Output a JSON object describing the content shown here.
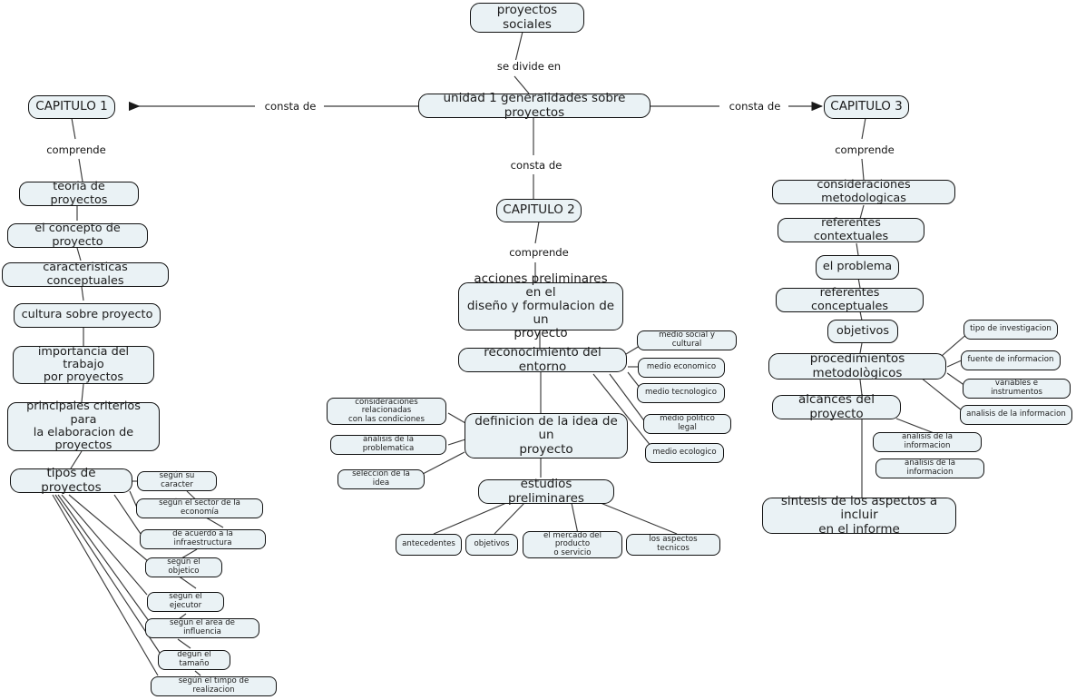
{
  "map": {
    "title": "proyectos sociales",
    "theme": {
      "node_fill": "#eaf2f5",
      "node_border": "#111111",
      "edge_color": "#3a3a3a",
      "text_color": "#1c1c1c",
      "background": "#ffffff"
    }
  },
  "nodes": {
    "root": "proyectos sociales",
    "unidad1": "unidad 1 generalidades sobre proyectos",
    "cap1": "CAPITULO 1",
    "cap2": "CAPITULO 2",
    "cap3": "CAPITULO 3",
    "teoria": "teoria de proyectos",
    "concepto": "el concepto de proyecto",
    "caracteristicas": "caracteristicas conceptuales",
    "cultura": "cultura sobre proyecto",
    "importancia": "importancia del trabajo\npor proyectos",
    "criterios": "principales criterios para\nla elaboracion de\nproyectos",
    "tipos": "tipos de proyectos",
    "t1": "según su caracter",
    "t2": "según el sector de la economía",
    "t3": "de acuerdo a la infraestructura",
    "t4": "según el objetico",
    "t5": "segun el ejecutor",
    "t6": "segun el area de influencia",
    "t7": "degun el tamaño",
    "t8": "según el timpo de realizacion",
    "acciones": "acciones preliminares en el\ndiseño y formulacion de un\nproyecto",
    "reconocimiento": "reconocimiento del entorno",
    "m1": "medio social y cultural",
    "m2": "medio economico",
    "m3": "medio tecnologico",
    "m4": "medio politico legal",
    "m5": "medio ecologico",
    "definicion": "definicion de la idea de un\nproyecto",
    "d1": "consideraciones relacionadas\ncon las condiciones",
    "d2": "analisis de la problematica",
    "d3": "seleccion de la idea",
    "estudios": "estudios preliminares",
    "e1": "antecedentes",
    "e2": "objetivos",
    "e3": "el mercado del producto\no servicio",
    "e4": "los aspectos tecnicos",
    "consideraciones": "consideraciones metodologicas",
    "refcontext": "referentes contextuales",
    "problema": "el problema",
    "refconcept": "referentes conceptuales",
    "objetivos3": "objetivos",
    "procedimientos": "procedimientos metodològicos",
    "p1": "tipo de investigacion",
    "p2": "fuente de informacion",
    "p3": "variables e instrumentos",
    "p4": "analisis de la informacion",
    "alcances": "alcances del proyecto",
    "a1": "analisis de la informacion",
    "a2": "analisis de la informacion",
    "sintesis": "sintesis de los aspectos a incluir\nen el informe"
  },
  "link_labels": {
    "se_divide_en": "se divide en",
    "consta_de_izq": "consta de",
    "consta_de_der": "consta de",
    "consta_de_centro": "consta de",
    "comprende_1": "comprende",
    "comprende_2": "comprende",
    "comprende_3": "comprende"
  }
}
